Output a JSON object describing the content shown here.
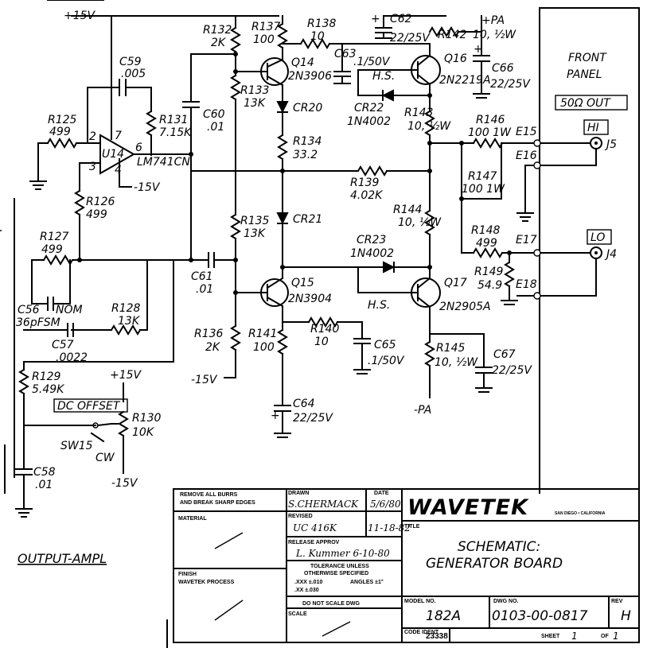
{
  "power": {
    "v15_top": "+15V",
    "v15_pot": "+15V",
    "v15_neg_opamp": "-15V",
    "v15_neg_mid": "-15V",
    "v15_neg_pot": "-15V",
    "pa_top": "+PA",
    "pa_bot": "-PA"
  },
  "components": {
    "r125": {
      "ref": "R125",
      "val": "499"
    },
    "c59": {
      "ref": "C59",
      "val": ".005"
    },
    "r131": {
      "ref": "R131",
      "val": "7.15K"
    },
    "u14": {
      "ref": "U14",
      "part": "LM741CN",
      "p2": "2",
      "p3": "3",
      "p4": "4",
      "p6": "6",
      "p7": "7"
    },
    "r126": {
      "ref": "R126",
      "val": "499"
    },
    "r127": {
      "ref": "R127",
      "val": "499"
    },
    "c56": {
      "ref": "C56",
      "val": "36pFSM",
      "note": "NOM"
    },
    "r128": {
      "ref": "R128",
      "val": "13K"
    },
    "c57": {
      "ref": "C57",
      "val": ".0022"
    },
    "r129": {
      "ref": "R129",
      "val": "5.49K"
    },
    "dc_offset": "DC OFFSET",
    "r130": {
      "ref": "R130",
      "val": "10K"
    },
    "sw15": {
      "ref": "SW15",
      "note": "CW"
    },
    "c58": {
      "ref": "C58",
      "val": ".01"
    },
    "r132": {
      "ref": "R132",
      "val": "2K"
    },
    "r137": {
      "ref": "R137",
      "val": "100"
    },
    "r138": {
      "ref": "R138",
      "val": "10"
    },
    "c62": {
      "ref": "C62",
      "val": "22/25V"
    },
    "c63": {
      "ref": "C63",
      "val": ".1/50V"
    },
    "r142": {
      "ref": "R142",
      "val": "10, ½W"
    },
    "q16": {
      "ref": "Q16",
      "part": "2N2219A"
    },
    "c66": {
      "ref": "C66",
      "val": "22/25V"
    },
    "q14": {
      "ref": "Q14",
      "part": "2N3906"
    },
    "hs_top": "H.S.",
    "r133": {
      "ref": "R133",
      "val": "13K"
    },
    "cr20": {
      "ref": "CR20"
    },
    "cr22": {
      "ref": "CR22",
      "part": "1N4002"
    },
    "r143": {
      "ref": "R143",
      "val": "10, ½W"
    },
    "c60": {
      "ref": "C60",
      "val": ".01"
    },
    "r134": {
      "ref": "R134",
      "val": "33.2"
    },
    "r139": {
      "ref": "R139",
      "val": "4.02K"
    },
    "r146": {
      "ref": "R146",
      "val": "100 1W"
    },
    "r147": {
      "ref": "R147",
      "val": "100 1W"
    },
    "r144": {
      "ref": "R144",
      "val": "10, ½W"
    },
    "cr21": {
      "ref": "CR21"
    },
    "r135": {
      "ref": "R135",
      "val": "13K"
    },
    "cr23": {
      "ref": "CR23",
      "part": "1N4002"
    },
    "r148": {
      "ref": "R148",
      "val": "499"
    },
    "r149": {
      "ref": "R149",
      "val": "54.9"
    },
    "c61": {
      "ref": "C61",
      "val": ".01"
    },
    "q15": {
      "ref": "Q15",
      "part": "2N3904"
    },
    "q17": {
      "ref": "Q17",
      "part": "2N2905A"
    },
    "hs_bot": "H.S.",
    "r136": {
      "ref": "R136",
      "val": "2K"
    },
    "r141": {
      "ref": "R141",
      "val": "100"
    },
    "r140": {
      "ref": "R140",
      "val": "10"
    },
    "c65": {
      "ref": "C65",
      "val": ".1/50V"
    },
    "r145": {
      "ref": "R145",
      "val": "10, ½W"
    },
    "c67": {
      "ref": "C67",
      "val": "22/25V"
    },
    "c64": {
      "ref": "C64",
      "val": "22/25V"
    }
  },
  "panel": {
    "title_line1": "FRONT",
    "title_line2": "PANEL",
    "out_box": "50Ω OUT",
    "hi": "HI",
    "lo": "LO",
    "j5": "J5",
    "j4": "J4",
    "e15": "E15",
    "e16": "E16",
    "e17": "E17",
    "e18": "E18"
  },
  "section_label": "OUTPUT-AMPL",
  "title_block": {
    "note_line1": "REMOVE ALL BURRS",
    "note_line2": "AND BREAK SHARP EDGES",
    "drawn_hdr": "DRAWN",
    "drawn_by": "S.CHERMACK",
    "date_hdr": "DATE",
    "drawn_date": "5/6/80",
    "material_hdr": "MATERIAL",
    "revised_hdr": "REVISED",
    "revised_sig": "UC 416K",
    "revised_date": "11-18-82",
    "release_hdr": "RELEASE APPROV",
    "release_sig": "L. Kummer 6-10-80",
    "tol_line1": "TOLERANCE UNLESS",
    "tol_line2": "OTHERWISE SPECIFIED",
    "tol_line3": ".XXX ±.010",
    "tol_line4": "ANGLES ±1°",
    "tol_line5": ".XX ±.030",
    "no_scale": "DO NOT SCALE DWG",
    "finish_hdr": "FINISH",
    "finish_val": "WAVETEK PROCESS",
    "scale_hdr": "SCALE",
    "brand": "WAVETEK",
    "brand_loc": "SAN DIEGO • CALIFORNIA",
    "title_hdr": "TITLE",
    "title_line1": "SCHEMATIC:",
    "title_line2": "GENERATOR BOARD",
    "model_hdr": "MODEL NO.",
    "model_val": "182A",
    "dwg_hdr": "DWG NO.",
    "dwg_val": "0103-00-0817",
    "rev_hdr": "REV",
    "rev_val": "H",
    "code_hdr": "CODE IDENT",
    "code_val": "23338",
    "sheet_hdr": "SHEET",
    "sheet_val": "1",
    "of_hdr": "OF",
    "of_val": "1"
  }
}
